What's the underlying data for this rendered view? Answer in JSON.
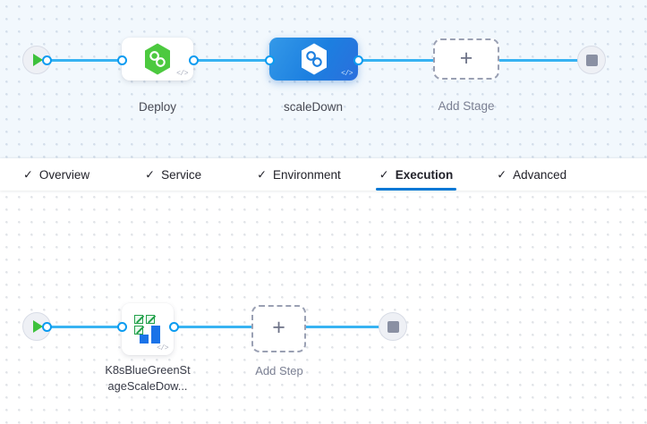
{
  "stage_canvas": {
    "name": "stage-pipeline-canvas",
    "start_node": {
      "icon": "play-icon",
      "label": "Start"
    },
    "end_node": {
      "icon": "stop-icon",
      "label": "End"
    },
    "nodes": [
      {
        "id": "deploy",
        "label": "Deploy",
        "icon": "harness-hexagon-green-icon",
        "badge": "</>",
        "selected": false
      },
      {
        "id": "scaleDown",
        "label": "scaleDown",
        "icon": "harness-hexagon-white-icon",
        "badge": "</>",
        "selected": true
      }
    ],
    "add_stage": {
      "label": "Add Stage",
      "icon": "plus-icon"
    }
  },
  "tabs": {
    "check_glyph": "✓",
    "items": [
      {
        "label": "Overview",
        "active": false
      },
      {
        "label": "Service",
        "active": false
      },
      {
        "label": "Environment",
        "active": false
      },
      {
        "label": "Execution",
        "active": true
      },
      {
        "label": "Advanced",
        "active": false
      }
    ]
  },
  "execution_canvas": {
    "name": "execution-steps-canvas",
    "start_node": {
      "icon": "play-icon",
      "label": "Start"
    },
    "end_node": {
      "icon": "stop-icon",
      "label": "End"
    },
    "steps": [
      {
        "id": "k8sBlueGreenStageScaleDown",
        "label_line1": "K8sBlueGreenSt",
        "label_line2": "ageScaleDow...",
        "icon": "k8s-bluegreen-squares-icon",
        "badge": "</>"
      }
    ],
    "add_step": {
      "label": "Add Step",
      "icon": "plus-icon"
    }
  },
  "colors": {
    "accent_blue": "#0278d5",
    "wire_blue": "#38b3f2",
    "harness_green": "#3dc13c",
    "stage_bg": "#f2f8fd",
    "canvas_bg": "#ffffff"
  }
}
